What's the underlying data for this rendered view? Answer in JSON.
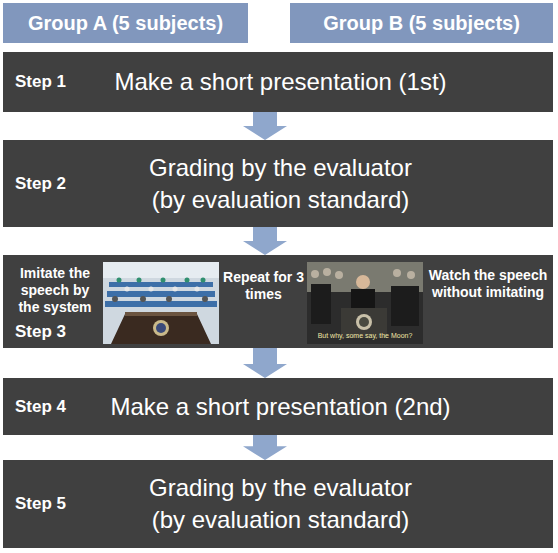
{
  "diagram": {
    "nodes": [
      {
        "text": [
          "Group A (5 subjects)"
        ]
      },
      {
        "text": [
          "Group B (5 subjects)"
        ]
      },
      {
        "text": [
          "Step 1",
          "Make a short presentation (1st)"
        ]
      },
      {
        "text": [
          "Step 2",
          "Grading by the evaluator",
          "(by evaluation standard)"
        ]
      },
      {
        "text": [
          "Step 3",
          "Imitate the speech by the system",
          "Repeat for 3 times",
          "Watch the speech without imitating"
        ]
      },
      {
        "text": [
          "Step 4",
          "Make a short presentation (2nd)"
        ]
      },
      {
        "text": [
          "Step 5",
          "Grading by the evaluator",
          "(by evaluation standard)"
        ]
      }
    ],
    "edges": [
      {
        "from": 2,
        "to": 3,
        "arrow": "to"
      },
      {
        "from": 3,
        "to": 4,
        "arrow": "to"
      },
      {
        "from": 4,
        "to": 5,
        "arrow": "to"
      },
      {
        "from": 5,
        "to": 6,
        "arrow": "to"
      }
    ],
    "labels": [
      "But why, some say, the Moon?"
    ]
  }
}
